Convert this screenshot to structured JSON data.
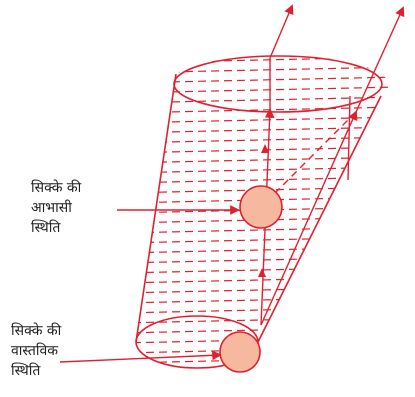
{
  "colors": {
    "stroke": "#e02030",
    "coin_fill": "#f6b9a0",
    "coin_stroke": "#e02030",
    "text": "#222222"
  },
  "labels": {
    "apparent": {
      "line1": "सिक्के की",
      "line2": "आभासी",
      "line3": "स्थिति"
    },
    "real": {
      "line1": "सिक्के की",
      "line2": "वास्तविक",
      "line3": "स्थिति"
    }
  }
}
